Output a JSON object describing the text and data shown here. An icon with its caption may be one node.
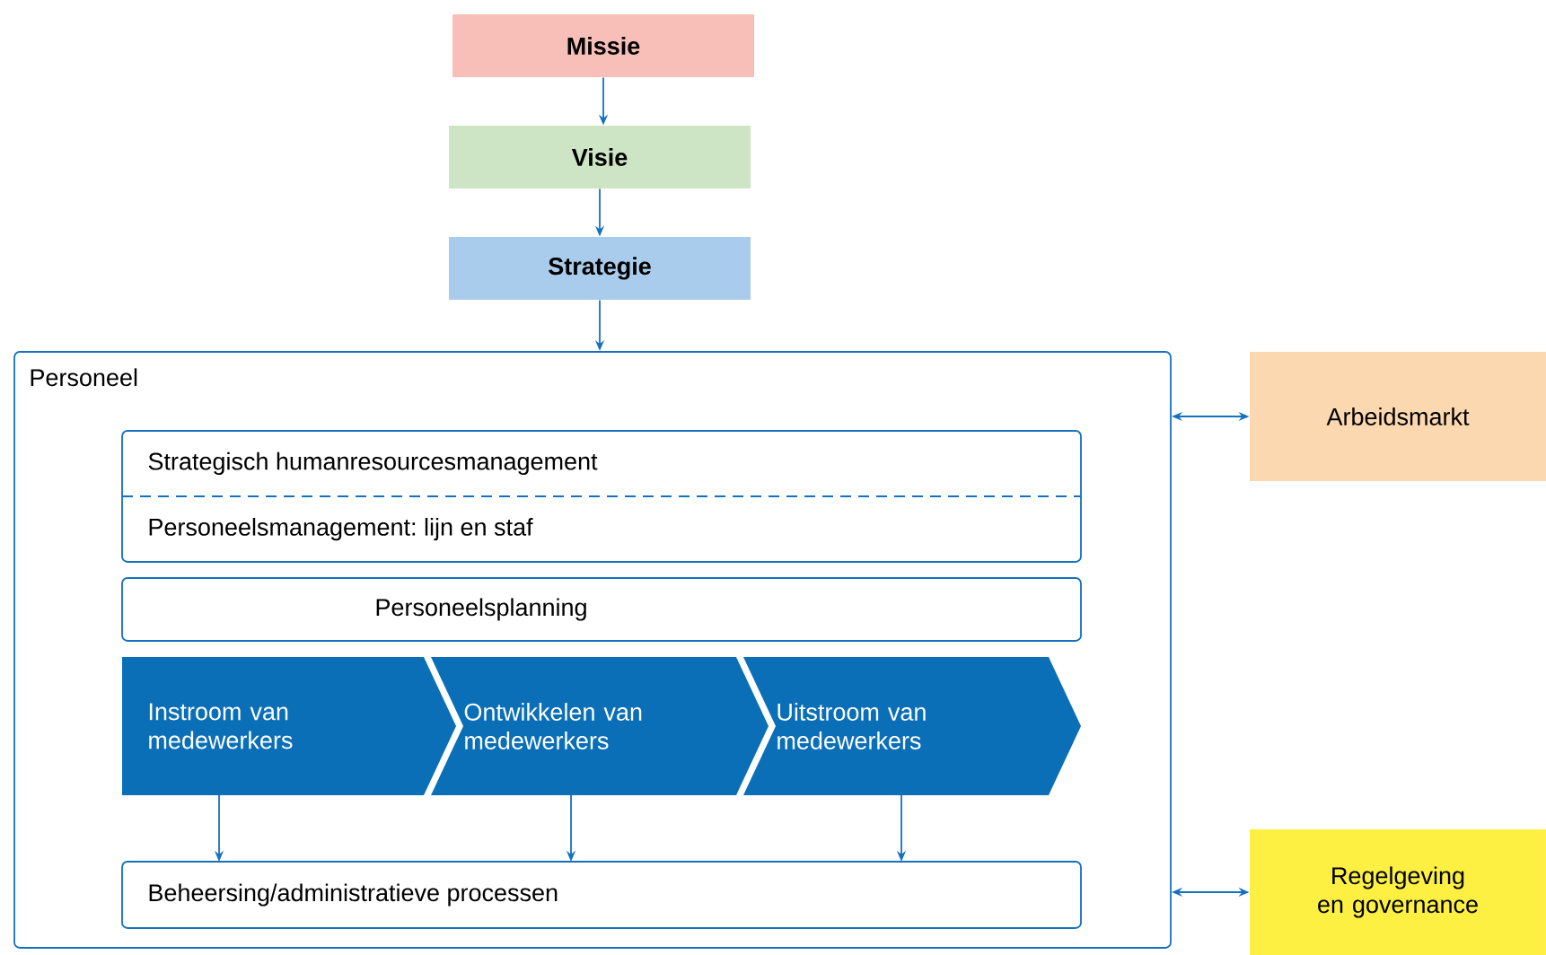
{
  "diagram": {
    "nodes": [
      {
        "text": [
          "Missie"
        ]
      },
      {
        "text": [
          "Visie"
        ]
      },
      {
        "text": [
          "Strategie"
        ]
      },
      {
        "text": [
          "Personeel"
        ]
      },
      {
        "text": [
          "Strategisch humanresourcesmanagement",
          "Personeelsmanagement: lijn en staf"
        ],
        "in": 3
      },
      {
        "text": [
          "Personeelsplanning"
        ],
        "in": 3
      },
      {
        "text": [
          "Instroom van medewerkers"
        ],
        "in": 3
      },
      {
        "text": [
          "Ontwikkelen van medewerkers"
        ],
        "in": 3
      },
      {
        "text": [
          "Uitstroom van medewerkers"
        ],
        "in": 3
      },
      {
        "text": [
          "Beheersing/administratieve processen"
        ],
        "in": 3
      },
      {
        "text": [
          "Arbeidsmarkt"
        ]
      },
      {
        "text": [
          "Regelgeving en governance"
        ]
      }
    ],
    "edges": [
      {
        "from": 0,
        "to": 1,
        "arrow": "to"
      },
      {
        "from": 1,
        "to": 2,
        "arrow": "to"
      },
      {
        "from": 2,
        "to": 3,
        "arrow": "to"
      },
      {
        "from": 6,
        "to": 9,
        "arrow": "to"
      },
      {
        "from": 7,
        "to": 9,
        "arrow": "to"
      },
      {
        "from": 8,
        "to": 9,
        "arrow": "to"
      },
      {
        "from": 3,
        "to": 10,
        "arrow": "both"
      },
      {
        "from": 3,
        "to": 11,
        "arrow": "both"
      }
    ]
  }
}
